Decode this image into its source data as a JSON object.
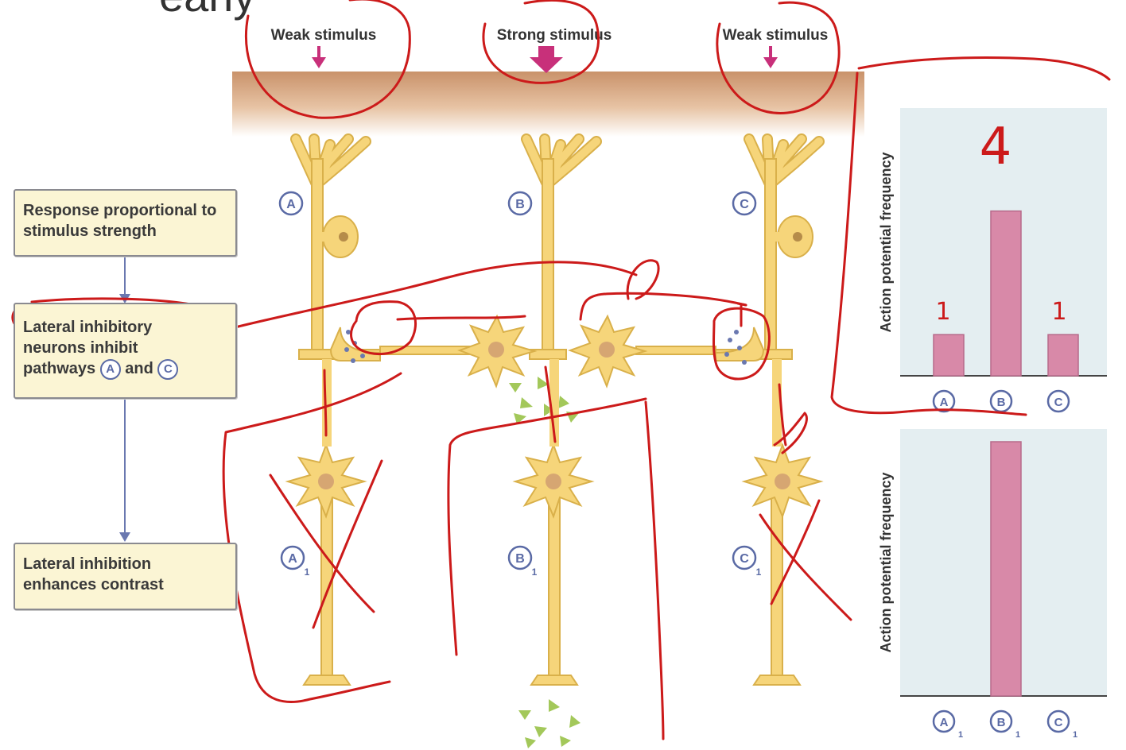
{
  "header": {
    "partial_title": "early"
  },
  "stimuli": [
    {
      "label": "Weak stimulus",
      "strength": "weak"
    },
    {
      "label": "Strong stimulus",
      "strength": "strong"
    },
    {
      "label": "Weak stimulus",
      "strength": "weak"
    }
  ],
  "neurons": {
    "primary": [
      "A",
      "B",
      "C"
    ],
    "secondary": [
      {
        "letter": "A",
        "sub": "1"
      },
      {
        "letter": "B",
        "sub": "1"
      },
      {
        "letter": "C",
        "sub": "1"
      }
    ]
  },
  "flowchart": {
    "box1": "Response proportional to stimulus strength",
    "box2_line1": "Lateral inhibitory",
    "box2_line2": "neurons inhibit",
    "box2_line3_pre": "pathways",
    "box2_circle1": "A",
    "box2_and": "and",
    "box2_circle2": "C",
    "box3": "Lateral inhibition enhances contrast"
  },
  "annotations": {
    "top_value": "4",
    "left_value": "1",
    "right_value": "1"
  },
  "colors": {
    "neuron": "#f6d57a",
    "neuron_outline": "#d9b04a",
    "bar": "#d889a8",
    "ink": "#cc1a1a",
    "stimulus": "#c8307a",
    "chart_bg": "#e4eef1",
    "label": "#5a6aa5"
  },
  "chart_data": [
    {
      "type": "bar",
      "ylabel": "Action potential frequency",
      "categories": [
        "A",
        "B",
        "C"
      ],
      "values": [
        1,
        4,
        1
      ],
      "ylim": [
        0,
        6.5
      ]
    },
    {
      "type": "bar",
      "ylabel": "Action potential frequency",
      "categories": [
        "A1",
        "B1",
        "C1"
      ],
      "values": [
        0,
        4,
        0
      ],
      "ylim": [
        0,
        4.2
      ]
    }
  ]
}
